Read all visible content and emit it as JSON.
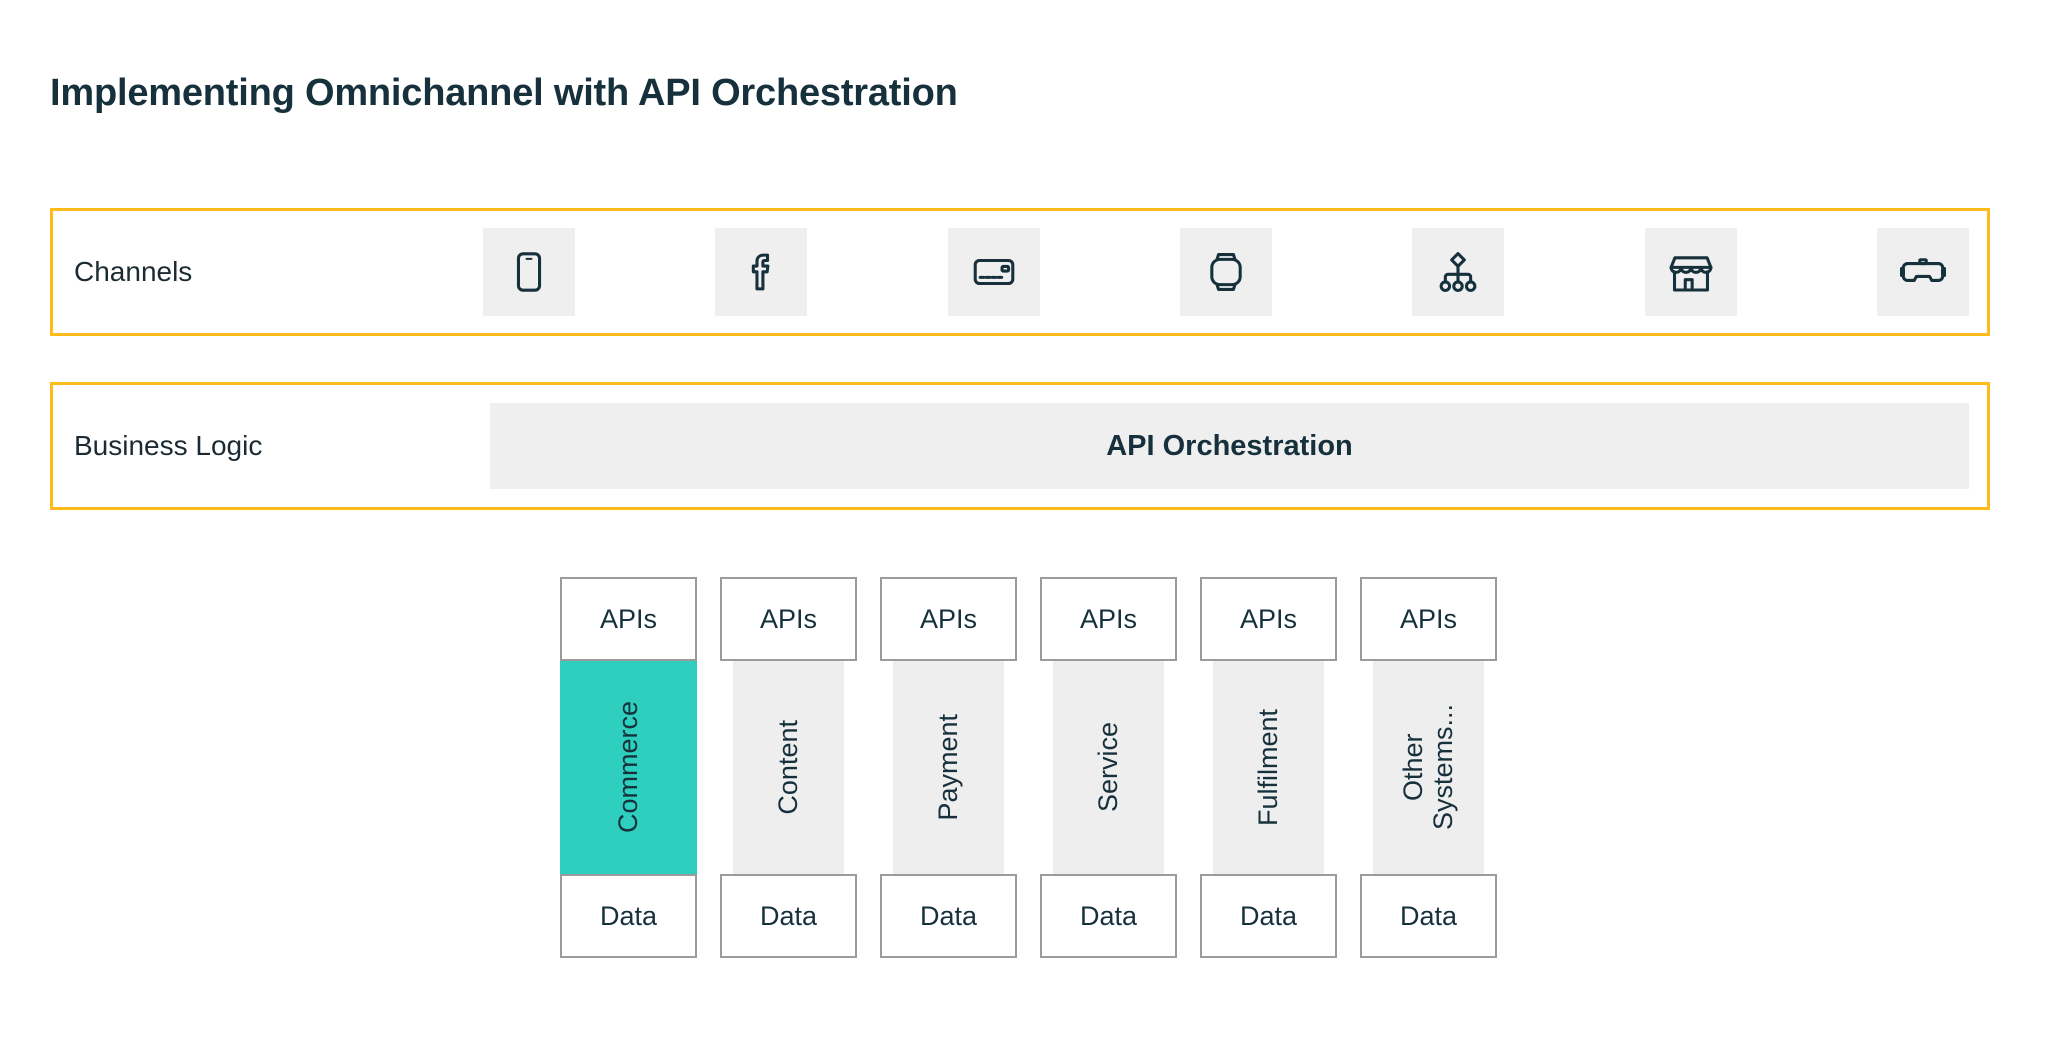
{
  "page": {
    "title": "Implementing Omnichannel with API Orchestration",
    "background": "#ffffff"
  },
  "colors": {
    "accent_orange": "#FFBB1C",
    "highlight_teal": "#2ecfbf",
    "tile_grey": "#efefef",
    "band_grey": "#eeeeee",
    "box_border_grey": "#9b9b9b",
    "text_dark": "#16303c"
  },
  "channels_row": {
    "label": "Channels",
    "border_color": "#FFBB1C",
    "tiles": [
      {
        "icon": "smartphone-icon"
      },
      {
        "icon": "facebook-icon"
      },
      {
        "icon": "credit-card-icon"
      },
      {
        "icon": "smartwatch-icon"
      },
      {
        "icon": "network-hierarchy-icon"
      },
      {
        "icon": "storefront-icon"
      },
      {
        "icon": "vr-headset-icon"
      }
    ]
  },
  "business_logic_row": {
    "label": "Business Logic",
    "border_color": "#FFBB1C",
    "bar_label": "API Orchestration"
  },
  "service_columns": {
    "top_label": "APIs",
    "bottom_label": "Data",
    "items": [
      {
        "name": "Commerce",
        "highlighted": true
      },
      {
        "name": "Content",
        "highlighted": false
      },
      {
        "name": "Payment",
        "highlighted": false
      },
      {
        "name": "Service",
        "highlighted": false
      },
      {
        "name": "Fulfilment",
        "highlighted": false
      },
      {
        "name": "Other\nSystems...",
        "highlighted": false
      }
    ]
  }
}
